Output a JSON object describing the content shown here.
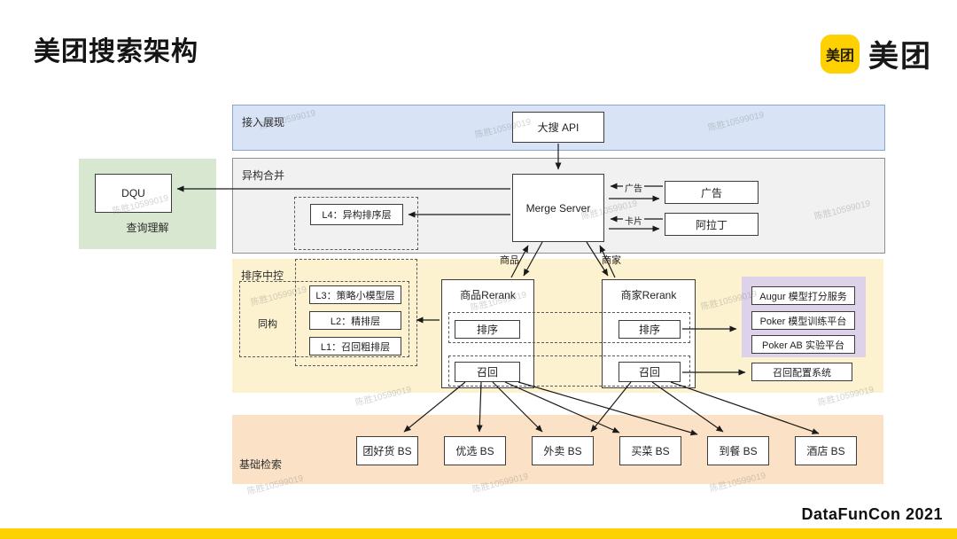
{
  "title": "美团搜索架构",
  "logo": {
    "badge": "美团",
    "wordmark": "美团"
  },
  "watermark": {
    "text": "陈胜10599019"
  },
  "colors": {
    "band_access": "#d8e4f5",
    "band_merge": "#f1f1f1",
    "band_rank": "#fcf2d0",
    "band_retrieval": "#fbe2c6",
    "query_understanding": "#d7e7d0",
    "platform_container": "#ddd2e9",
    "brand_yellow": "#ffd100",
    "line": "#1a1a1a"
  },
  "bands": {
    "access": {
      "label": "接入展现"
    },
    "merge": {
      "label": "异构合并"
    },
    "rank": {
      "label": "排序中控"
    },
    "retrieval": {
      "label": "基础检索"
    }
  },
  "query_understanding": {
    "label": "查询理解",
    "node": "DQU"
  },
  "nodes": {
    "api": "大搜 API",
    "merge_server": "Merge Server",
    "l4": "L4：异构排序层",
    "ads": "广告",
    "aladdin": "阿拉丁",
    "isomorphic": "同构",
    "l3": "L3：策略小模型层",
    "l2": "L2：精排层",
    "l1": "L1：召回粗排层",
    "product_rerank": "商品Rerank",
    "shop_rerank": "商家Rerank",
    "rank_stage": "排序",
    "recall_stage": "召回",
    "augur": "Augur 模型打分服务",
    "poker_train": "Poker 模型训练平台",
    "poker_ab": "Poker AB 实验平台",
    "recall_config": "召回配置系统"
  },
  "edge_labels": {
    "ads": "广告",
    "card": "卡片",
    "product": "商品",
    "shop": "商家"
  },
  "bs_nodes": [
    "团好货 BS",
    "优选 BS",
    "外卖 BS",
    "买菜 BS",
    "到餐 BS",
    "酒店 BS"
  ],
  "footer": {
    "brand": "DataFunCon 2021"
  }
}
